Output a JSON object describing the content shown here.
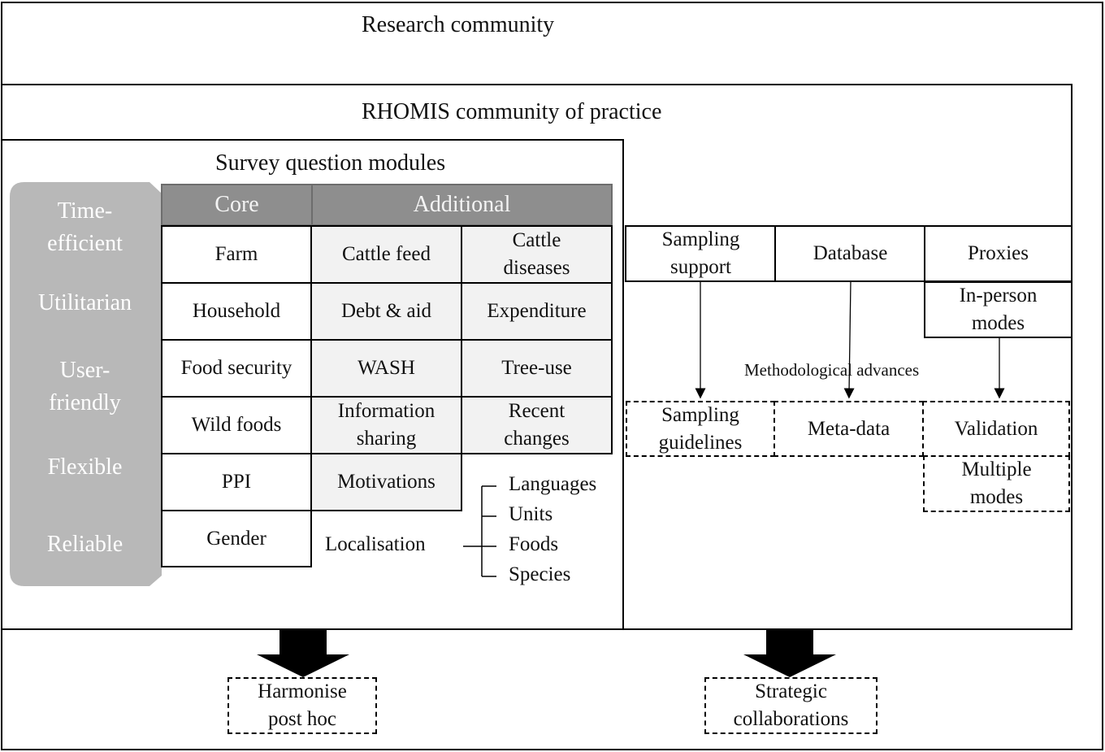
{
  "diagram": {
    "research_community": "Research community",
    "community_of_practice": "RHOMIS community of practice",
    "modules_title": "Survey question modules",
    "qualities": [
      "Time-\nefficient",
      "Utilitarian",
      "User-\nfriendly",
      "Flexible",
      "Reliable"
    ],
    "core_header": "Core",
    "additional_header": "Additional",
    "core_modules": [
      "Farm",
      "Household",
      "Food security",
      "Wild foods",
      "PPI",
      "Gender"
    ],
    "additional_col1": [
      "Cattle feed",
      "Debt & aid",
      "WASH",
      "Information\nsharing",
      "Motivations"
    ],
    "additional_col2": [
      "Cattle\ndiseases",
      "Expenditure",
      "Tree-use",
      "Recent\nchanges"
    ],
    "localisation": "Localisation",
    "localisation_items": [
      "Languages",
      "Units",
      "Foods",
      "Species"
    ],
    "support": [
      "Sampling\nsupport",
      "Database",
      "Proxies"
    ],
    "in_person": "In-person\nmodes",
    "methodological_advances": "Methodological advances",
    "advances": [
      "Sampling\nguidelines",
      "Meta-data",
      "Validation"
    ],
    "multiple_modes": "Multiple\nmodes",
    "outcomes": [
      "Harmonise\npost hoc",
      "Strategic\ncollaborations"
    ]
  }
}
